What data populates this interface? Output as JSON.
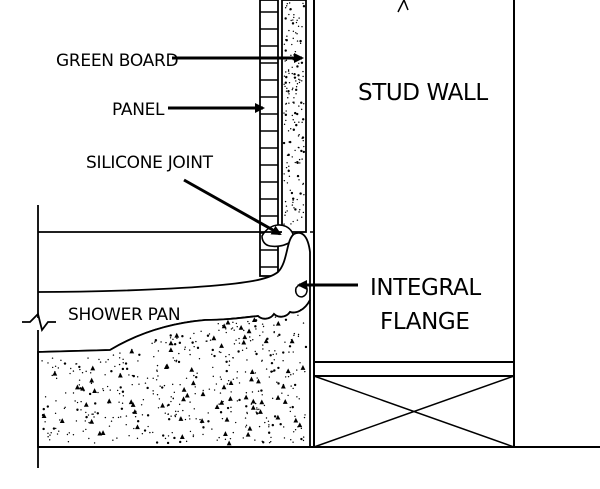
{
  "labels": {
    "green_board": "GREEN BOARD",
    "panel": "PANEL",
    "silicone_joint": "SILICONE JOINT",
    "stud_wall": "STUD WALL",
    "integral_line1": "INTEGRAL",
    "integral_line2": "FLANGE",
    "shower_pan": "SHOWER PAN"
  },
  "colors": {
    "ink": "#000000",
    "background": "#ffffff"
  }
}
